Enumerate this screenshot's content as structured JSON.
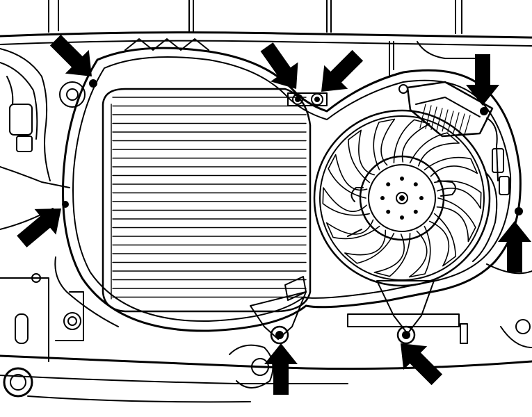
{
  "diagram": {
    "subject": "radiator-fan-shroud-mounting-points",
    "colors": {
      "line": "#000000",
      "background": "#ffffff",
      "arrow": "#000000"
    },
    "arrows": [
      {
        "id": "top-left",
        "points_to": "upper-left-shroud-bolt"
      },
      {
        "id": "top-center-left",
        "points_to": "upper-center-bolt-left"
      },
      {
        "id": "top-center-right",
        "points_to": "upper-center-bolt-right"
      },
      {
        "id": "top-right",
        "points_to": "upper-right-fan-bolt"
      },
      {
        "id": "mid-left",
        "points_to": "left-side-shroud-bolt"
      },
      {
        "id": "mid-right",
        "points_to": "right-side-fan-bolt"
      },
      {
        "id": "bottom-center-left",
        "points_to": "lower-shroud-bolt"
      },
      {
        "id": "bottom-center-right",
        "points_to": "lower-fan-bracket-bolt"
      }
    ],
    "fan_blade_count": 14
  }
}
